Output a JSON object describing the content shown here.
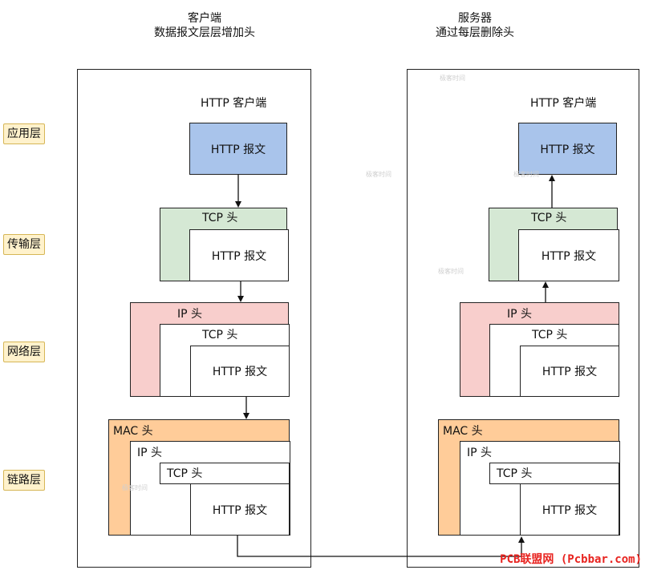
{
  "client": {
    "title": "客户端",
    "subtitle": "数据报文层层增加头",
    "app_title": "HTTP 客户端"
  },
  "server": {
    "title": "服务器",
    "subtitle": "通过每层删除头",
    "app_title": "HTTP 客户端"
  },
  "layers": {
    "application": "应用层",
    "transport": "传输层",
    "network": "网络层",
    "link": "链路层"
  },
  "blocks": {
    "http_msg": "HTTP 报文",
    "tcp_head": "TCP 头",
    "ip_head": "IP 头",
    "mac_head": "MAC 头"
  },
  "watermark": "极客时间",
  "logo": "PCB联盟网 (Pcbbar.com)",
  "colors": {
    "application": "#a9c4eb",
    "transport": "#d5e8d4",
    "network": "#f8cecc",
    "link": "#ffcc99",
    "layer_label_bg": "#fff2cc"
  }
}
